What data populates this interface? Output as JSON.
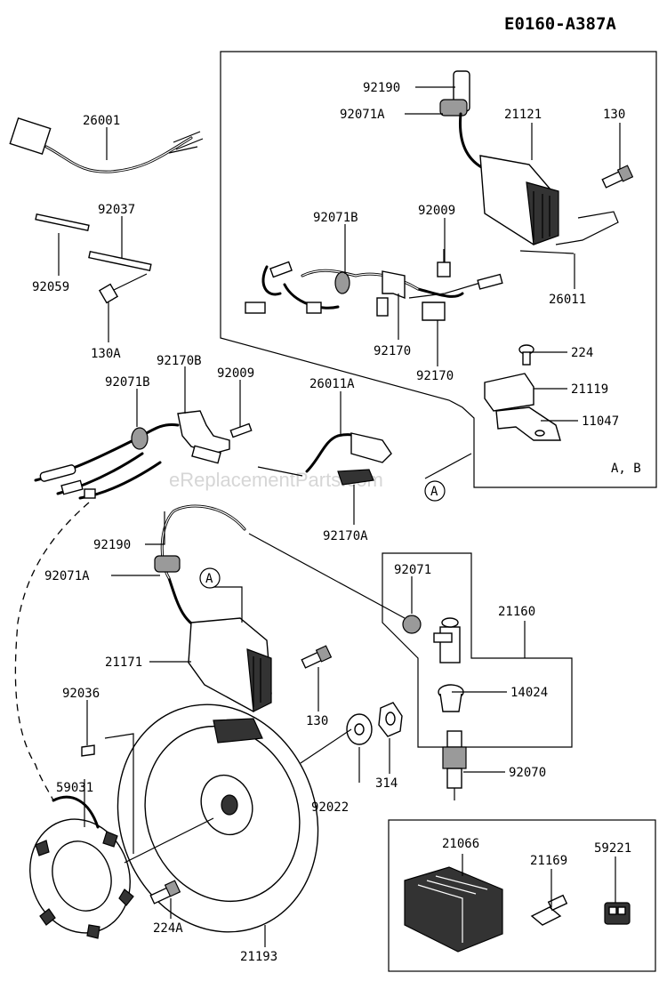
{
  "title": "E0160-A387A",
  "watermark": "eReplacementParts.com",
  "inset_note": "A, B",
  "callout_marker": "A",
  "parts": [
    {
      "name": "part-26001",
      "num": "26001"
    },
    {
      "name": "part-92037",
      "num": "92037"
    },
    {
      "name": "part-92059",
      "num": "92059"
    },
    {
      "name": "part-130a",
      "num": "130A"
    },
    {
      "name": "part-92190-top",
      "num": "92190"
    },
    {
      "name": "part-92071a-top",
      "num": "92071A"
    },
    {
      "name": "part-21121",
      "num": "21121"
    },
    {
      "name": "part-130-top",
      "num": "130"
    },
    {
      "name": "part-92009-top",
      "num": "92009"
    },
    {
      "name": "part-92071b-top",
      "num": "92071B"
    },
    {
      "name": "part-26011",
      "num": "26011"
    },
    {
      "name": "part-92170-a",
      "num": "92170"
    },
    {
      "name": "part-92170-b",
      "num": "92170"
    },
    {
      "name": "part-224",
      "num": "224"
    },
    {
      "name": "part-21119",
      "num": "21119"
    },
    {
      "name": "part-11047",
      "num": "11047"
    },
    {
      "name": "part-92170b",
      "num": "92170B"
    },
    {
      "name": "part-92009-mid",
      "num": "92009"
    },
    {
      "name": "part-92071b-mid",
      "num": "92071B"
    },
    {
      "name": "part-26011a",
      "num": "26011A"
    },
    {
      "name": "part-92170a",
      "num": "92170A"
    },
    {
      "name": "part-92190-mid",
      "num": "92190"
    },
    {
      "name": "part-92071a-mid",
      "num": "92071A"
    },
    {
      "name": "part-92071",
      "num": "92071"
    },
    {
      "name": "part-21160",
      "num": "21160"
    },
    {
      "name": "part-21171",
      "num": "21171"
    },
    {
      "name": "part-14024",
      "num": "14024"
    },
    {
      "name": "part-130-mid",
      "num": "130"
    },
    {
      "name": "part-92036",
      "num": "92036"
    },
    {
      "name": "part-314",
      "num": "314"
    },
    {
      "name": "part-92070",
      "num": "92070"
    },
    {
      "name": "part-92022",
      "num": "92022"
    },
    {
      "name": "part-59031",
      "num": "59031"
    },
    {
      "name": "part-21066",
      "num": "21066"
    },
    {
      "name": "part-21169",
      "num": "21169"
    },
    {
      "name": "part-59221",
      "num": "59221"
    },
    {
      "name": "part-224a",
      "num": "224A"
    },
    {
      "name": "part-21193",
      "num": "21193"
    }
  ]
}
